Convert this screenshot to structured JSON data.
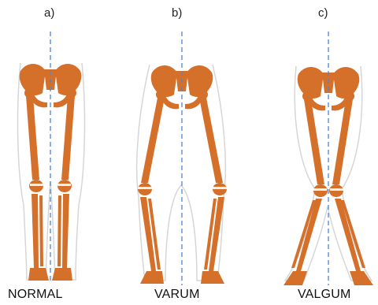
{
  "figure": {
    "panels": [
      {
        "letter": "a)",
        "caption": "NORMAL"
      },
      {
        "letter": "b)",
        "caption": "VARUM"
      },
      {
        "letter": "c)",
        "caption": "VALGUM"
      }
    ],
    "colors": {
      "bone": "#d5702a",
      "bone_dark": "#b3561a",
      "joint": "#f4f2ee",
      "outline": "#d6d6d6",
      "axis": "#4f86d6"
    }
  }
}
